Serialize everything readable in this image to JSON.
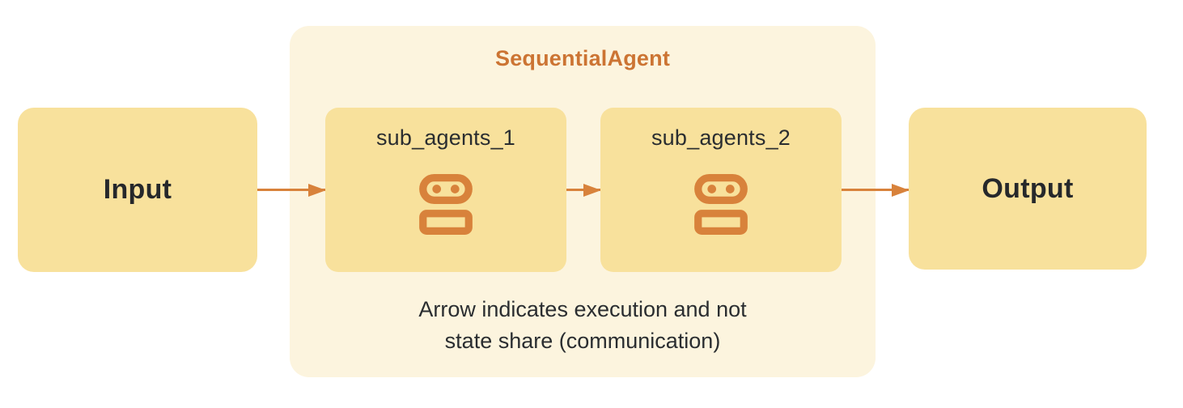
{
  "diagram": {
    "input": {
      "label": "Input"
    },
    "output": {
      "label": "Output"
    },
    "sequential_agent": {
      "title": "SequentialAgent",
      "sub_agents": [
        {
          "label": "sub_agents_1",
          "icon": "robot-icon"
        },
        {
          "label": "sub_agents_2",
          "icon": "robot-icon"
        }
      ],
      "note": {
        "lines": [
          "Arrow indicates execution and not",
          "state share (communication)"
        ]
      }
    },
    "arrows": [
      {
        "name": "input-to-sub-agents-1"
      },
      {
        "name": "sub-agents-1-to-sub-agents-2"
      },
      {
        "name": "sub-agents-2-to-output"
      }
    ],
    "colors": {
      "background": "#FFFFFF",
      "node_fill": "#F8E19C",
      "group_fill": "#FCF4DE",
      "arrow_orange": "#D8823B",
      "title_orange": "#CC7433",
      "text_dark": "#26282B"
    }
  }
}
